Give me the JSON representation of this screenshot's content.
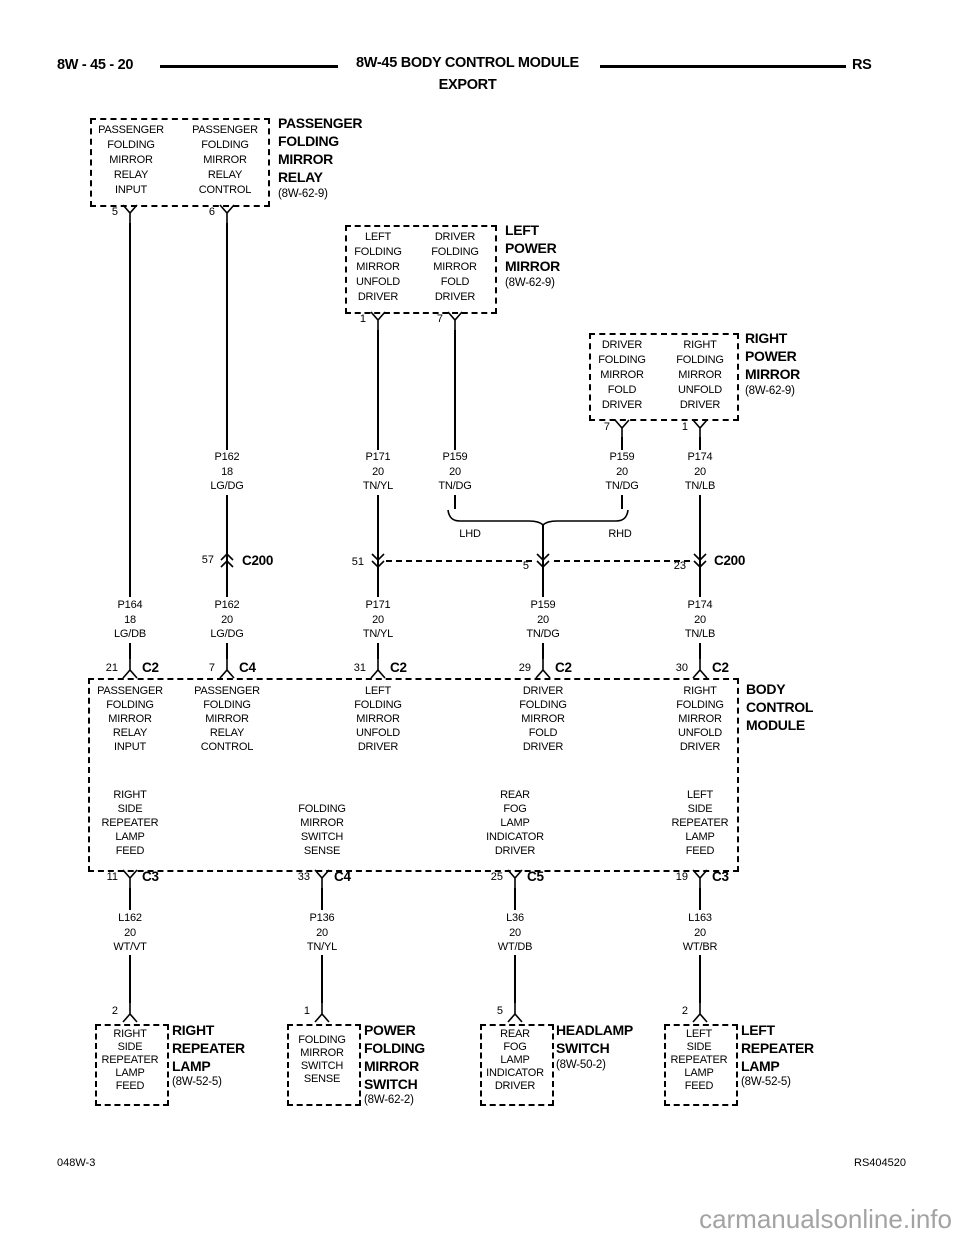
{
  "header": {
    "code": "8W - 45 - 20",
    "title": "8W-45 BODY CONTROL MODULE",
    "subtitle": "EXPORT",
    "platform": "RS"
  },
  "footer": {
    "left": "048W-3",
    "right": "RS404520",
    "watermark": "carmanualsonline.info"
  },
  "colors": {
    "ink": "#000000",
    "paper": "#ffffff",
    "watermark": "#a3a3a3"
  },
  "top_boxes": [
    {
      "title": "PASSENGER\nFOLDING\nMIRROR\nRELAY",
      "ref": "(8W-62-9)",
      "cells": [
        "PASSENGER\nFOLDING\nMIRROR\nRELAY\nINPUT",
        "PASSENGER\nFOLDING\nMIRROR\nRELAY\nCONTROL"
      ],
      "pins": [
        "5",
        "6"
      ]
    },
    {
      "title": "LEFT\nPOWER\nMIRROR",
      "ref": "(8W-62-9)",
      "cells": [
        "LEFT\nFOLDING\nMIRROR\nUNFOLD\nDRIVER",
        "DRIVER\nFOLDING\nMIRROR\nFOLD\nDRIVER"
      ],
      "pins": [
        "1",
        "7"
      ]
    },
    {
      "title": "RIGHT\nPOWER\nMIRROR",
      "ref": "(8W-62-9)",
      "cells": [
        "DRIVER\nFOLDING\nMIRROR\nFOLD\nDRIVER",
        "RIGHT\nFOLDING\nMIRROR\nUNFOLD\nDRIVER"
      ],
      "pins": [
        "7",
        "1"
      ]
    }
  ],
  "wires_upper": [
    "P162\n18\nLG/DG",
    "P171\n20\nTN/YL",
    "P159\n20\nTN/DG",
    "P159\n20\nTN/DG",
    "P174\n20\nTN/LB"
  ],
  "drive_labels": {
    "left": "LHD",
    "right": "RHD"
  },
  "c200": {
    "name": "C200",
    "pins": [
      "57",
      "51",
      "5",
      "23"
    ]
  },
  "wires_mid": [
    "P164\n18\nLG/DB",
    "P162\n20\nLG/DG",
    "P171\n20\nTN/YL",
    "P159\n20\nTN/DG",
    "P174\n20\nTN/LB"
  ],
  "bcm": {
    "title": "BODY\nCONTROL\nMODULE",
    "top_pins": [
      {
        "pin": "21",
        "conn": "C2"
      },
      {
        "pin": "7",
        "conn": "C4"
      },
      {
        "pin": "31",
        "conn": "C2"
      },
      {
        "pin": "29",
        "conn": "C2"
      },
      {
        "pin": "30",
        "conn": "C2"
      }
    ],
    "top_labels": [
      "PASSENGER\nFOLDING\nMIRROR\nRELAY\nINPUT",
      "PASSENGER\nFOLDING\nMIRROR\nRELAY\nCONTROL",
      "LEFT\nFOLDING\nMIRROR\nUNFOLD\nDRIVER",
      "DRIVER\nFOLDING\nMIRROR\nFOLD\nDRIVER",
      "RIGHT\nFOLDING\nMIRROR\nUNFOLD\nDRIVER"
    ],
    "bottom_labels": [
      "RIGHT\nSIDE\nREPEATER\nLAMP\nFEED",
      "FOLDING\nMIRROR\nSWITCH\nSENSE",
      "REAR\nFOG\nLAMP\nINDICATOR\nDRIVER",
      "LEFT\nSIDE\nREPEATER\nLAMP\nFEED"
    ],
    "bottom_pins": [
      {
        "pin": "11",
        "conn": "C3"
      },
      {
        "pin": "33",
        "conn": "C4"
      },
      {
        "pin": "25",
        "conn": "C5"
      },
      {
        "pin": "19",
        "conn": "C3"
      }
    ]
  },
  "wires_lower": [
    "L162\n20\nWT/VT",
    "P136\n20\nTN/YL",
    "L36\n20\nWT/DB",
    "L163\n20\nWT/BR"
  ],
  "bottom_boxes": [
    {
      "pin": "2",
      "cell": "RIGHT\nSIDE\nREPEATER\nLAMP\nFEED",
      "title": "RIGHT\nREPEATER\nLAMP",
      "ref": "(8W-52-5)"
    },
    {
      "pin": "1",
      "cell": "FOLDING\nMIRROR\nSWITCH\nSENSE",
      "title": "POWER\nFOLDING\nMIRROR\nSWITCH",
      "ref": "(8W-62-2)"
    },
    {
      "pin": "5",
      "cell": "REAR\nFOG\nLAMP\nINDICATOR\nDRIVER",
      "title": "HEADLAMP\nSWITCH",
      "ref": "(8W-50-2)"
    },
    {
      "pin": "2",
      "cell": "LEFT\nSIDE\nREPEATER\nLAMP\nFEED",
      "title": "LEFT\nREPEATER\nLAMP",
      "ref": "(8W-52-5)"
    }
  ]
}
